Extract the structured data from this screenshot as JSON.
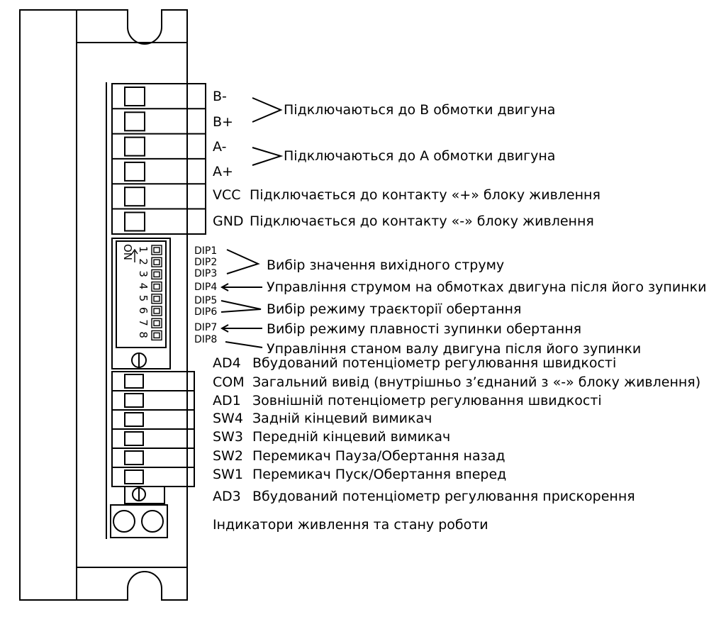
{
  "connector_top": [
    {
      "pin": "B-"
    },
    {
      "pin": "B+"
    },
    {
      "pin": "A-"
    },
    {
      "pin": "A+"
    },
    {
      "pin": "VCC",
      "desc": "Підключається до контакту «+» блоку живлення"
    },
    {
      "pin": "GND",
      "desc": "Підключається до контакту «-» блоку живлення"
    }
  ],
  "winding_groups": [
    {
      "desc": "Підключаються до В обмотки двигуна"
    },
    {
      "desc": "Підключаються до А обмотки двигуна"
    }
  ],
  "dip_switch": {
    "on_label": "ON",
    "numbers": [
      "1",
      "2",
      "3",
      "4",
      "5",
      "6",
      "7",
      "8"
    ],
    "labels": [
      "DIP1",
      "DIP2",
      "DIP3",
      "DIP4",
      "DIP5",
      "DIP6",
      "DIP7",
      "DIP8"
    ],
    "descriptions": [
      "Вибір значення вихідного струму",
      "Управління струмом на обмотках двигуна після його зупинки",
      "Вибір режиму траєкторії обертання",
      "Вибір режиму плавності зупинки обертання",
      "Управління станом валу двигуна після його зупинки"
    ]
  },
  "bottom_items": [
    {
      "code": "AD4",
      "desc": "Вбудований потенціометр регулювання швидкості"
    },
    {
      "code": "COM",
      "desc": "Загальний вивід (внутрішньо з’єднаний з «-» блоку живлення)"
    },
    {
      "code": "AD1",
      "desc": "Зовнішній потенціометр регулювання швидкості"
    },
    {
      "code": "SW4",
      "desc": "Задній кінцевий вимикач"
    },
    {
      "code": "SW3",
      "desc": "Передній кінцевий вимикач"
    },
    {
      "code": "SW2",
      "desc": "Перемикач Пауза/Обертання назад"
    },
    {
      "code": "SW1",
      "desc": "Перемикач Пуск/Обертання вперед"
    },
    {
      "code": "AD3",
      "desc": "Вбудований потенціометр регулювання прискорення"
    }
  ],
  "indicators": {
    "desc": "Індикатори живлення та стану роботи"
  }
}
